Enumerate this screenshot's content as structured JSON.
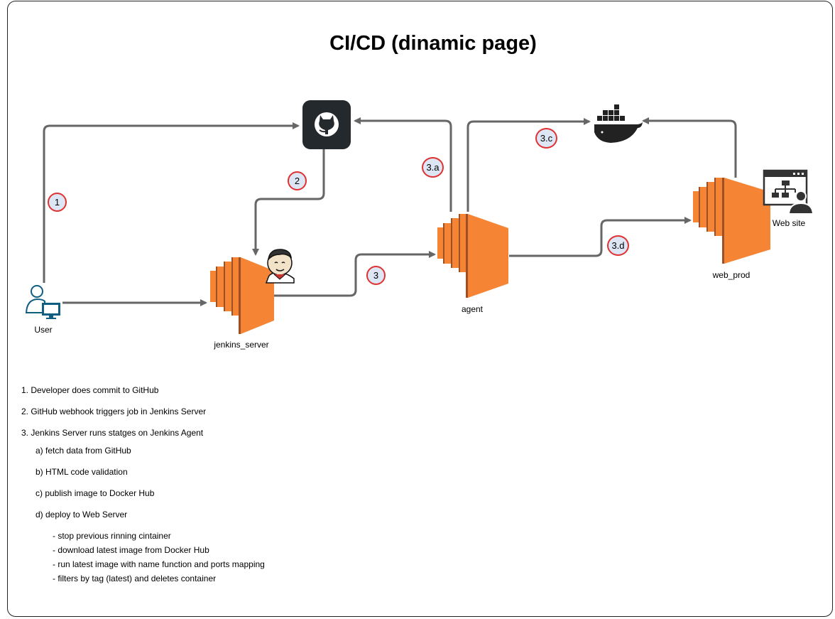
{
  "title": "CI/CD (dinamic page)",
  "nodes": {
    "user": "User",
    "jenkins_server": "jenkins_server",
    "agent": "agent",
    "web_prod": "web_prod",
    "web_site": "Web site"
  },
  "badges": {
    "b1": "1",
    "b2": "2",
    "b3": "3",
    "b3a": "3.a",
    "b3c": "3.c",
    "b3d": "3.d"
  },
  "steps": [
    "1. Developer does commit to GitHub",
    "2. GitHub webhook triggers job in Jenkins Server",
    "3. Jenkins Server runs statges on Jenkins Agent"
  ],
  "substeps": [
    "a) fetch data from GitHub",
    "b) HTML code validation",
    "c) publish image to Docker Hub",
    "d) deploy to Web Server"
  ],
  "details": [
    "- stop previous rinning cintainer",
    "- download latest image from Docker Hub",
    "- run  latest image with name function and ports mapping",
    "- filters by tag (latest) and deletes container"
  ],
  "colors": {
    "aws_orange": "#f58534",
    "aws_orange_dark": "#9d5025",
    "arrow": "#666666",
    "badge_border": "#e03131",
    "badge_fill": "#dde6f5",
    "github_bg": "#24292e"
  },
  "icons": [
    "github-icon",
    "docker-icon",
    "jenkins-icon",
    "user-icon",
    "website-icon",
    "ec2-icon"
  ]
}
